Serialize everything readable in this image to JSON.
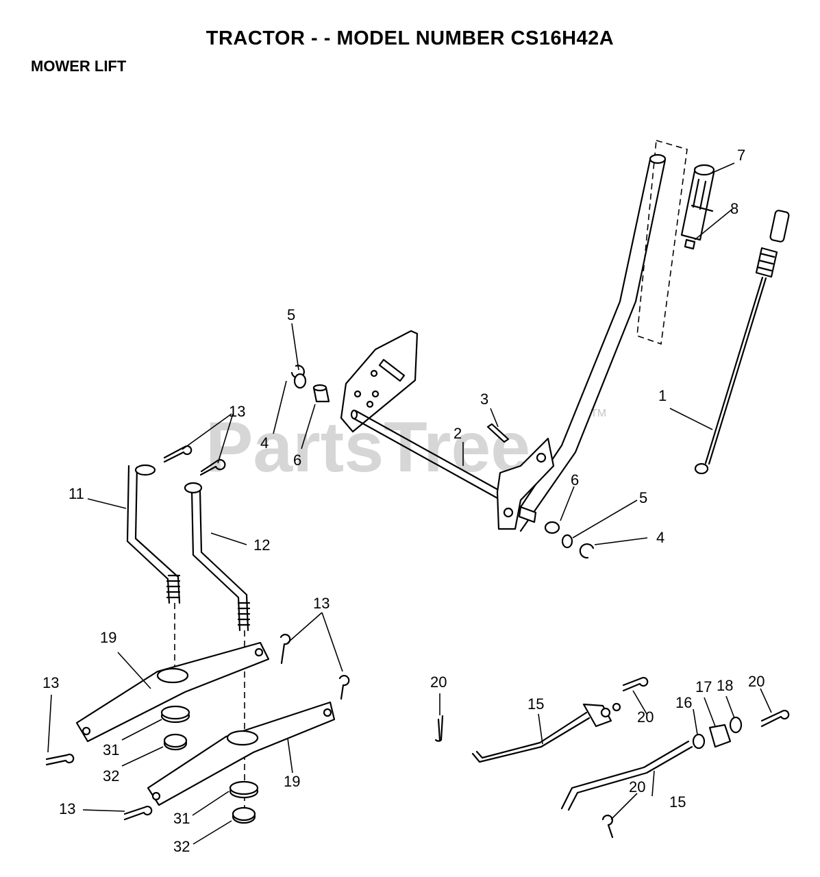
{
  "header": {
    "title": "TRACTOR - - MODEL NUMBER CS16H42A",
    "section": "MOWER LIFT"
  },
  "watermark": {
    "text": "PartsTree",
    "trademark": "TM"
  },
  "callouts": {
    "n1": "1",
    "n2": "2",
    "n3": "3",
    "n4a": "4",
    "n4b": "4",
    "n5a": "5",
    "n5b": "5",
    "n6a": "6",
    "n6b": "6",
    "n7": "7",
    "n8": "8",
    "n11": "11",
    "n12": "12",
    "n13a": "13",
    "n13b": "13",
    "n13c": "13",
    "n13d": "13",
    "n15a": "15",
    "n15b": "15",
    "n16": "16",
    "n17": "17",
    "n18": "18",
    "n19a": "19",
    "n19b": "19",
    "n20a": "20",
    "n20b": "20",
    "n20c": "20",
    "n20d": "20",
    "n31a": "31",
    "n31b": "31",
    "n32a": "32",
    "n32b": "32"
  },
  "colors": {
    "ink": "#000000",
    "background": "#ffffff",
    "watermark": "#d6d6d6"
  }
}
